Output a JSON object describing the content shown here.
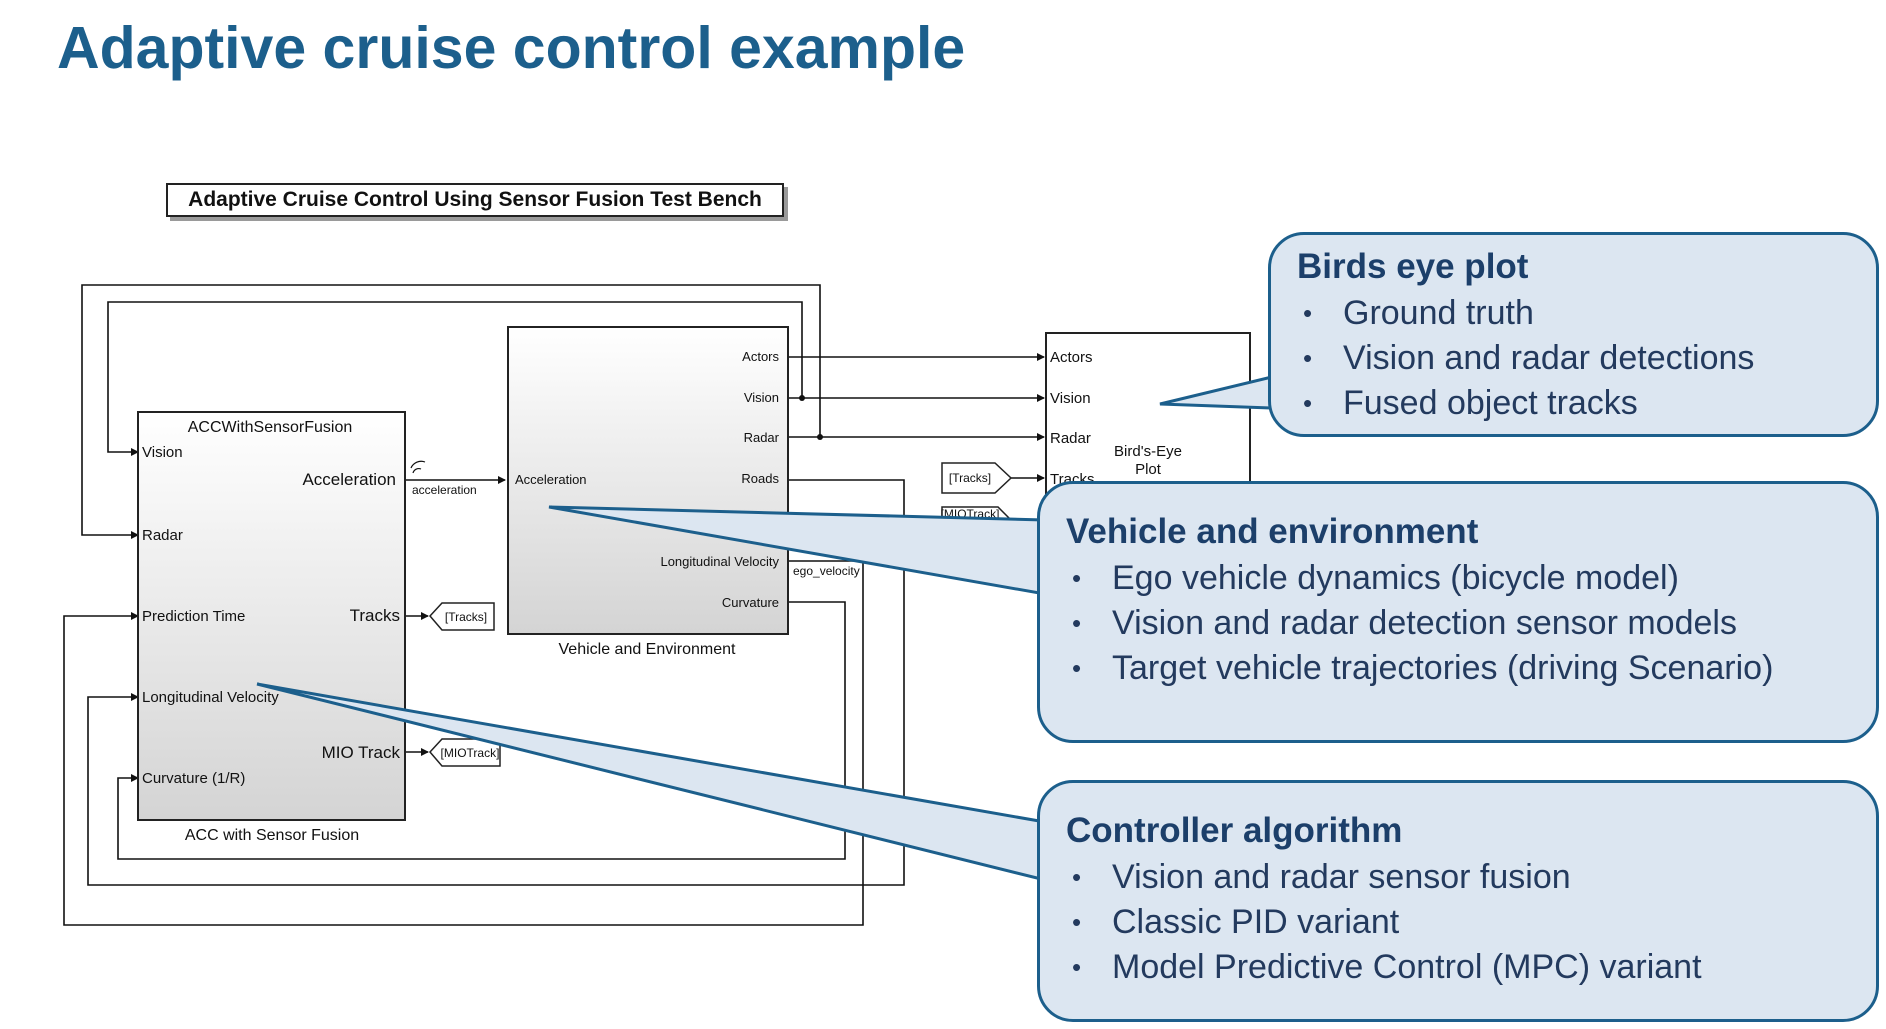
{
  "title": "Adaptive cruise control example",
  "model_label": "Adaptive Cruise Control Using Sensor Fusion Test Bench",
  "blocks": {
    "acc": {
      "header": "ACCWithSensorFusion",
      "name": "ACC with Sensor Fusion",
      "inputs": [
        "Vision",
        "Radar",
        "Prediction Time",
        "Longitudinal Velocity",
        "Curvature (1/R)"
      ],
      "outputs": [
        "Acceleration",
        "Tracks",
        "MIO Track"
      ]
    },
    "vehicle": {
      "name": "Vehicle and Environment",
      "input": "Acceleration",
      "outputs": [
        "Actors",
        "Vision",
        "Radar",
        "Roads",
        "Longitudinal Velocity",
        "Curvature"
      ]
    },
    "birdseye": {
      "name_line1": "Bird's-Eye",
      "name_line2": "Plot",
      "inputs": [
        "Actors",
        "Vision",
        "Radar",
        "Tracks"
      ]
    }
  },
  "signals": {
    "acceleration": "acceleration",
    "ego_velocity": "ego_velocity",
    "tracks_tag": "[Tracks]",
    "mio_tag": "[MIOTrack]",
    "goto_tracks": "[Tracks]",
    "from_tracks": "[Tracks]",
    "from_mio": "[MIOTrack]"
  },
  "callouts": [
    {
      "heading": "Birds eye plot",
      "bullets": [
        "Ground truth",
        "Vision and radar detections",
        "Fused object tracks"
      ]
    },
    {
      "heading": "Vehicle and environment",
      "bullets": [
        "Ego vehicle dynamics (bicycle model)",
        "Vision and radar detection sensor models",
        "Target vehicle trajectories (driving Scenario)"
      ]
    },
    {
      "heading": "Controller algorithm",
      "bullets": [
        "Vision and radar sensor fusion",
        "Classic PID variant",
        "Model Predictive Control (MPC) variant"
      ]
    }
  ],
  "colors": {
    "title": "#1c5f8c",
    "callout_fill": "#dce6f1",
    "callout_border": "#1c5f8c",
    "callout_heading": "#1c3f6a"
  }
}
